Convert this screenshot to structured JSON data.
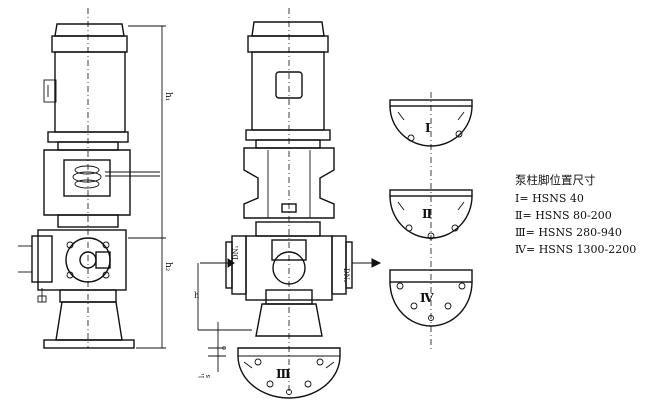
{
  "legend": {
    "title": "泵柱脚位置尺寸",
    "items": [
      {
        "roman": "Ⅰ",
        "text": "HSNS 40"
      },
      {
        "roman": "Ⅱ",
        "text": "HSNS 80-200"
      },
      {
        "roman": "Ⅲ",
        "text": "HSNS 280-940"
      },
      {
        "roman": "Ⅳ",
        "text": "HSNS 1300-2200"
      }
    ]
  },
  "feet_labels": [
    "Ⅰ",
    "Ⅱ",
    "Ⅳ"
  ],
  "front_view_label": "Ⅲ",
  "dim_labels": {
    "h1": "h₁",
    "h2": "h₂",
    "dn1": "DN₁",
    "dn2": "DN₂",
    "h_small": "h",
    "c": "c",
    "l1": "l₁",
    "s": "s"
  }
}
